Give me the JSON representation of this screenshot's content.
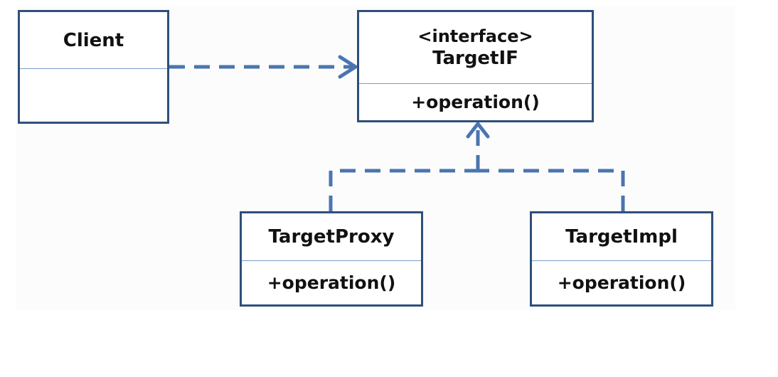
{
  "diagram": {
    "classes": {
      "client": {
        "name": "Client",
        "operation": ""
      },
      "target_if": {
        "stereotype": "<interface>",
        "name": "TargetIF",
        "operation": "+operation()"
      },
      "target_proxy": {
        "name": "TargetProxy",
        "operation": "+operation()"
      },
      "target_impl": {
        "name": "TargetImpl",
        "operation": "+operation()"
      }
    },
    "relations": [
      {
        "from": "Client",
        "to": "TargetIF",
        "kind": "dependency"
      },
      {
        "from": "TargetProxy",
        "to": "TargetIF",
        "kind": "realization"
      },
      {
        "from": "TargetImpl",
        "to": "TargetIF",
        "kind": "realization"
      }
    ],
    "colors": {
      "box_border": "#2f4f7a",
      "divider": "#7a9ccc",
      "connector": "#4a75b0",
      "text": "#111111"
    }
  }
}
